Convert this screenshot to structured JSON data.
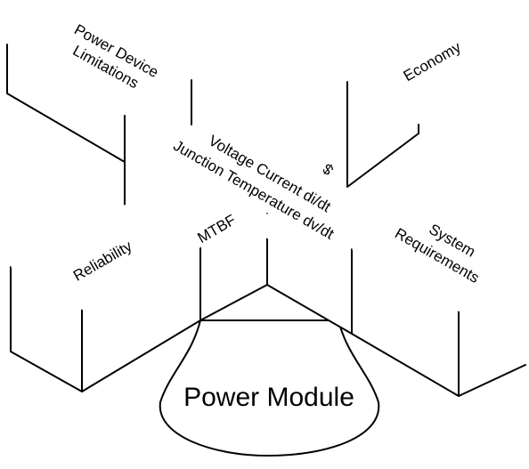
{
  "diagram": {
    "boxes": {
      "power_device": [
        "Power Device",
        "Limitations"
      ],
      "economy": "Economy",
      "reliability": "Reliability",
      "system": [
        "System",
        "Requirements"
      ]
    },
    "center": {
      "line1": "Voltage Current di/dt",
      "line2": "Junction Temperature dv/dt",
      "dollar": "$",
      "mtbf": "MTBF"
    },
    "module": "Power Module"
  }
}
